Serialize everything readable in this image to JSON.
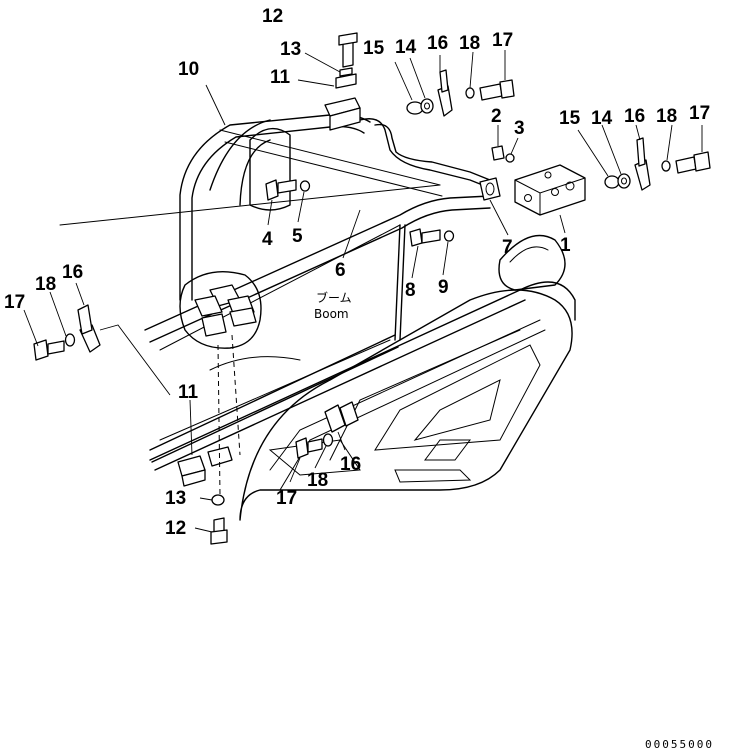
{
  "diagram": {
    "callouts": [
      {
        "key": "c12a",
        "text": "12"
      },
      {
        "key": "c13a",
        "text": "13"
      },
      {
        "key": "c11a",
        "text": "11"
      },
      {
        "key": "c10",
        "text": "10"
      },
      {
        "key": "c15a",
        "text": "15"
      },
      {
        "key": "c14a",
        "text": "14"
      },
      {
        "key": "c16a",
        "text": "16"
      },
      {
        "key": "c18a",
        "text": "18"
      },
      {
        "key": "c17a",
        "text": "17"
      },
      {
        "key": "c2",
        "text": "2"
      },
      {
        "key": "c3",
        "text": "3"
      },
      {
        "key": "c15b",
        "text": "15"
      },
      {
        "key": "c14b",
        "text": "14"
      },
      {
        "key": "c16b",
        "text": "16"
      },
      {
        "key": "c18b",
        "text": "18"
      },
      {
        "key": "c17b",
        "text": "17"
      },
      {
        "key": "c4",
        "text": "4"
      },
      {
        "key": "c5",
        "text": "5"
      },
      {
        "key": "c6",
        "text": "6"
      },
      {
        "key": "c7",
        "text": "7"
      },
      {
        "key": "c1",
        "text": "1"
      },
      {
        "key": "c8",
        "text": "8"
      },
      {
        "key": "c9",
        "text": "9"
      },
      {
        "key": "c16c",
        "text": "16"
      },
      {
        "key": "c18c",
        "text": "18"
      },
      {
        "key": "c17c",
        "text": "17"
      },
      {
        "key": "c11b",
        "text": "11"
      },
      {
        "key": "c13b",
        "text": "13"
      },
      {
        "key": "c12b",
        "text": "12"
      },
      {
        "key": "c16d",
        "text": "16"
      },
      {
        "key": "c18d",
        "text": "18"
      },
      {
        "key": "c17d",
        "text": "17"
      }
    ],
    "boom_label_jp": "ブーム",
    "boom_label_en": "Boom",
    "drawing_code": "00055000"
  }
}
